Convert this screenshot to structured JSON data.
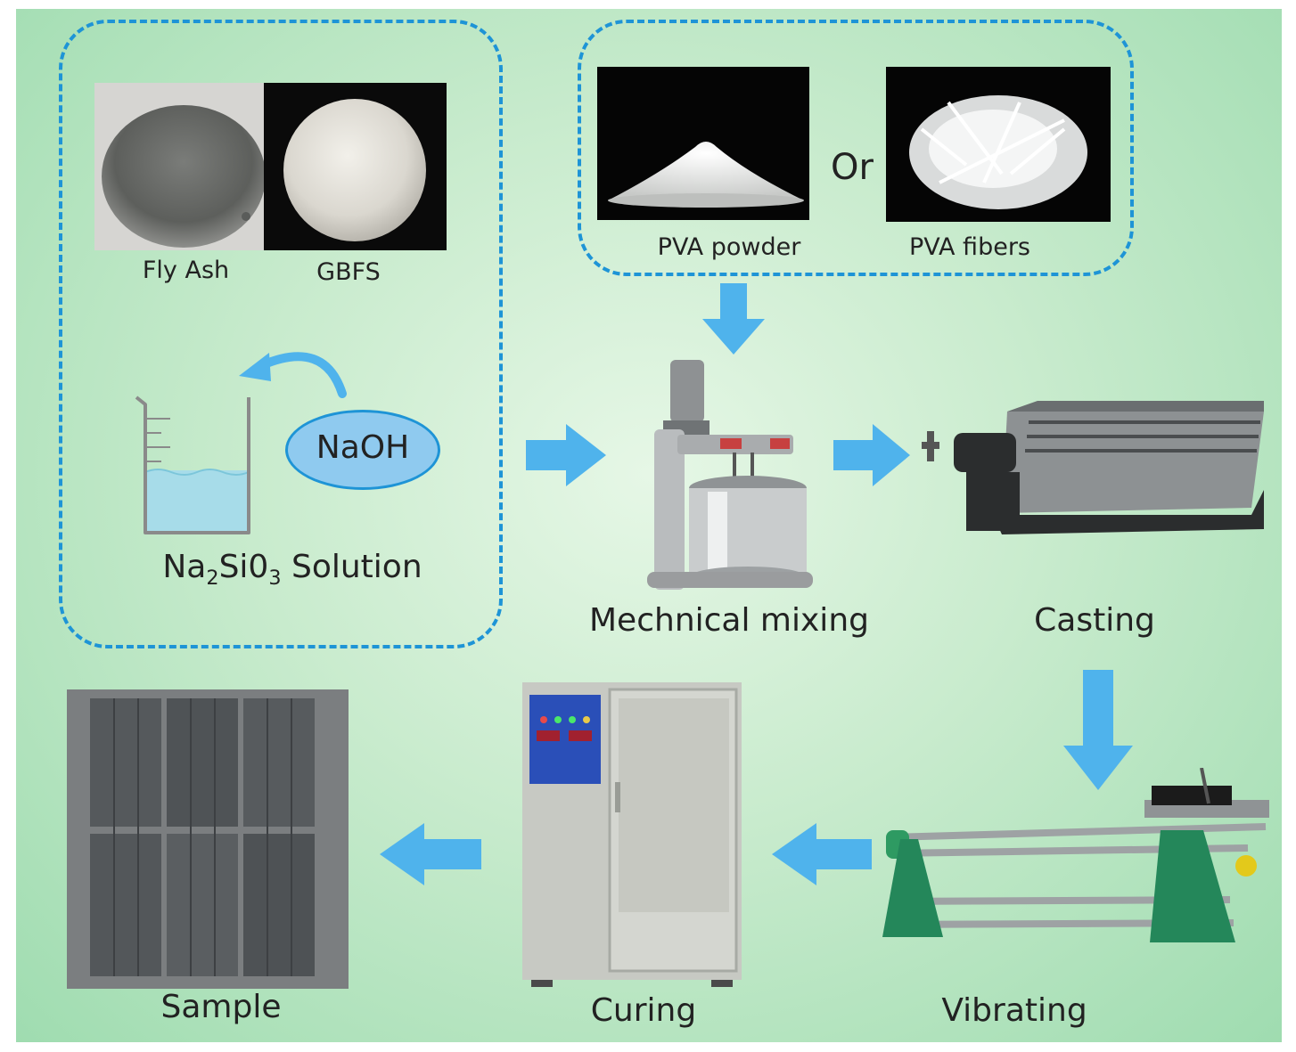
{
  "colors": {
    "accent_blue": "#1e94d6",
    "arrow_blue": "#4fb3ec",
    "background_green": "#c8ebcd",
    "naoh_fill": "#8fcaef"
  },
  "inputs_group": {
    "fly_ash_label": "Fly Ash",
    "gbfs_label": "GBFS",
    "naoh_label": "NaOH",
    "solution": {
      "prefix": "Na",
      "sub1": "2",
      "mid": "Si0",
      "sub2": "3",
      "suffix": " Solution"
    }
  },
  "additives_group": {
    "pva_powder_label": "PVA powder",
    "or_label": "Or",
    "pva_fibers_label": "PVA fibers"
  },
  "steps": {
    "mixing": "Mechnical mixing",
    "casting": "Casting",
    "vibrating": "Vibrating",
    "curing": "Curing",
    "sample": "Sample"
  },
  "icons": [
    "beaker-icon",
    "curved-arrow-icon",
    "flow-arrow-icon"
  ]
}
